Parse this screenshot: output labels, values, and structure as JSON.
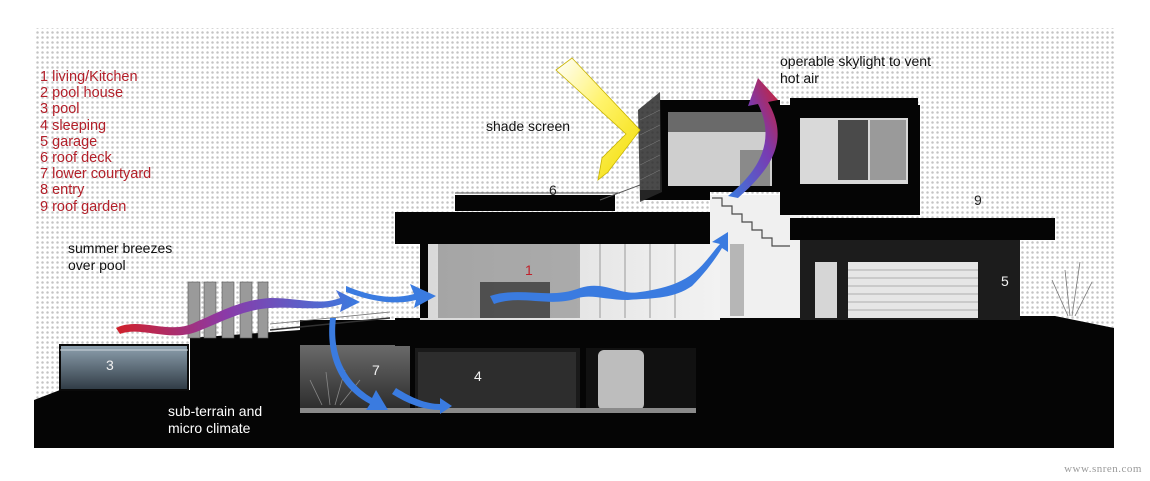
{
  "legend": [
    "1 living/Kitchen",
    "2 pool house",
    "3 pool",
    "4 sleeping",
    "5 garage",
    "6 roof deck",
    "7 lower courtyard",
    "8 entry",
    "9 roof garden"
  ],
  "annotations": {
    "skylight_line1": "operable skylight to vent",
    "skylight_line2": "hot air",
    "shade_screen": "shade screen",
    "breezes_line1": "summer breezes",
    "breezes_line2": "over pool",
    "subterrain_line1": "sub-terrain and",
    "subterrain_line2": "micro climate"
  },
  "room_numbers": {
    "living": "1",
    "pool": "3",
    "sleeping": "4",
    "garage": "5",
    "roof_deck": "6",
    "courtyard": "7",
    "roof_garden": "9"
  },
  "watermark": "www.snren.com",
  "colors": {
    "legend_text": "#b3202a",
    "structure": "#050505",
    "breeze_blue": "#3a7be0",
    "breeze_red": "#d0202a",
    "sun_yellow": "#f4e300",
    "halftone_dots": "#c8c8c8"
  }
}
